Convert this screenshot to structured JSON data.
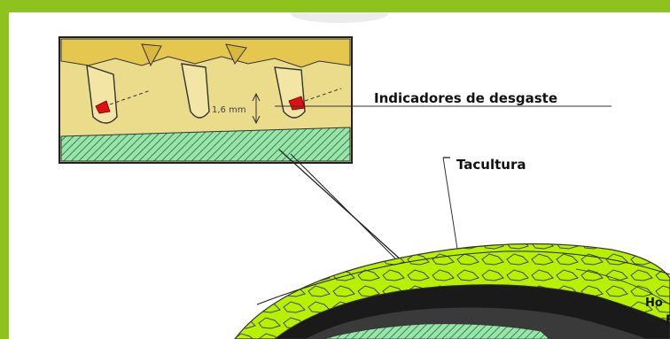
{
  "labels": {
    "wear_indicators": "Indicadores de desgaste",
    "tread": "Tacultura",
    "depth_value": "1,6 mm",
    "ho_partial": "Ho",
    "f_partial": "F"
  },
  "colors": {
    "frame": "#8dc21f",
    "inset_fill": "#e8d98a",
    "tire_green": "#b7f000",
    "indicator_red": "#e01010",
    "hatch_green": "#6fd48a"
  }
}
